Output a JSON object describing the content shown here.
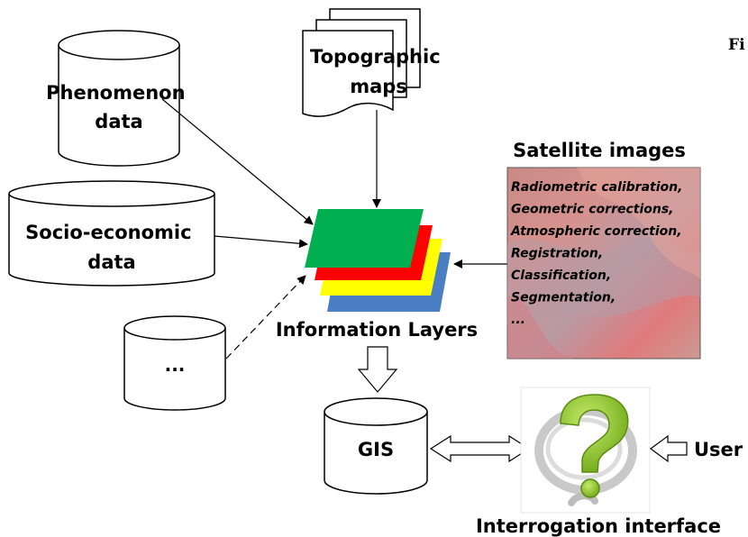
{
  "diagram": {
    "fig_label": "Fi",
    "sources": {
      "phenomenon": [
        "Phenomenon",
        "data"
      ],
      "socio_economic": [
        "Socio-economic",
        "data"
      ],
      "other": "...",
      "topographic": [
        "Topographic",
        "maps"
      ]
    },
    "satellite": {
      "title": "Satellite images",
      "steps": [
        "Radiometric calibration,",
        "Geometric corrections,",
        "Atmospheric correction,",
        "Registration,",
        "Classification,",
        "Segmentation,",
        "..."
      ]
    },
    "layers": {
      "label": "Information Layers",
      "colors": [
        "#4a7fc4",
        "#ffff00",
        "#ff0000",
        "#00b050"
      ]
    },
    "gis": "GIS",
    "interrogation": "Interrogation interface",
    "user": "User"
  }
}
